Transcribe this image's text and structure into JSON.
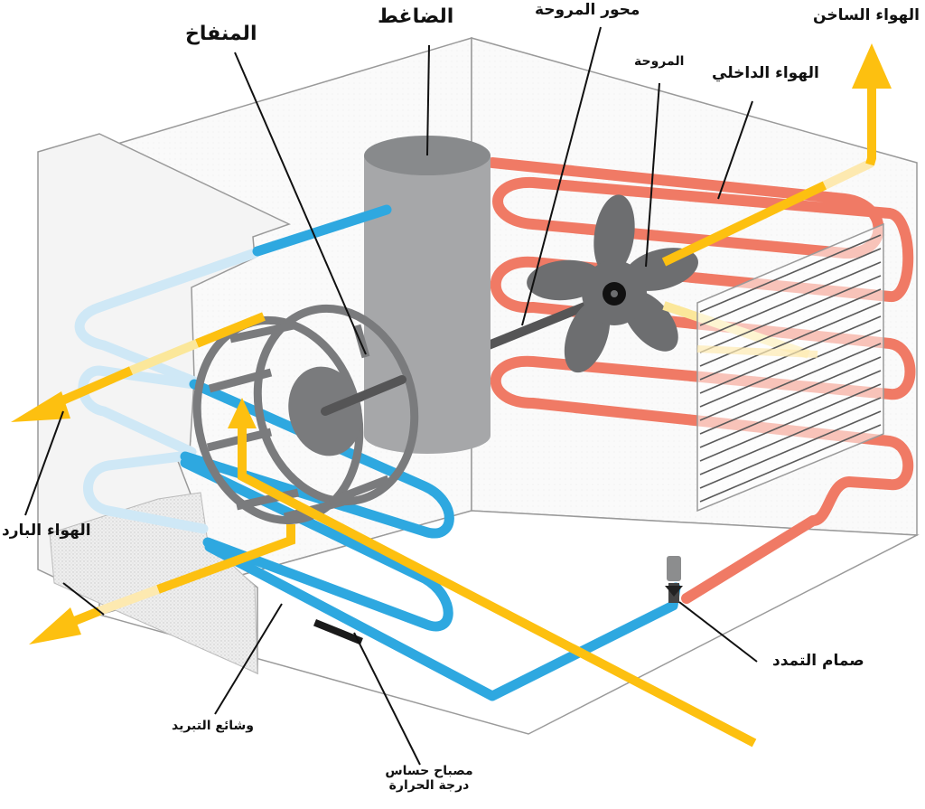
{
  "diagram": {
    "labels": {
      "hot_air": "الهواء الساخن",
      "compressor": "الضاغط",
      "fan_shaft": "محور المروحة",
      "blower": "المنفاخ",
      "fan": "المروحة",
      "inside_air": "الهواء الداخلي",
      "cold_air": "الهواء البارد",
      "expansion_valve": "صمام التمدد",
      "cooling_coils": "وشائع التبريد",
      "thermostat_line1": "مصباح حساس",
      "thermostat_line2": "درجة الحرارة"
    },
    "colors": {
      "cold_pipe": "#2ea8e0",
      "cold_pipe_light": "#cfe8f6",
      "hot_pipe": "#f07a65",
      "air_arrow": "#fdc010",
      "machine_gray": "#8c8d8e",
      "outline": "#9a9a9a"
    }
  }
}
